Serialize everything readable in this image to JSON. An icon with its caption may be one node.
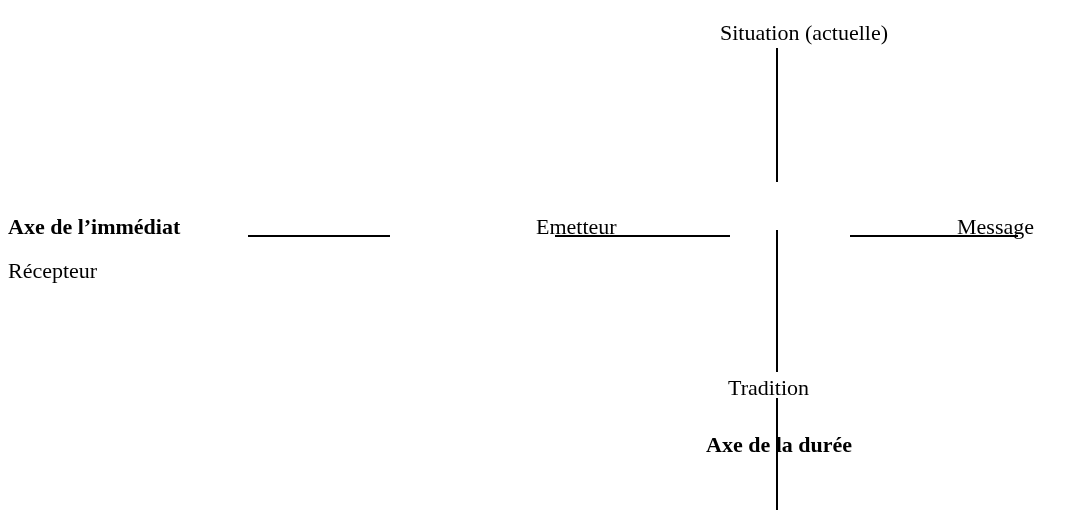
{
  "diagram": {
    "labels": [
      "Situation (actuelle)",
      "Axe de l’immédiat",
      "Emetteur",
      "Message",
      "Récepteur",
      "Tradition",
      "Axe de la durée"
    ]
  }
}
